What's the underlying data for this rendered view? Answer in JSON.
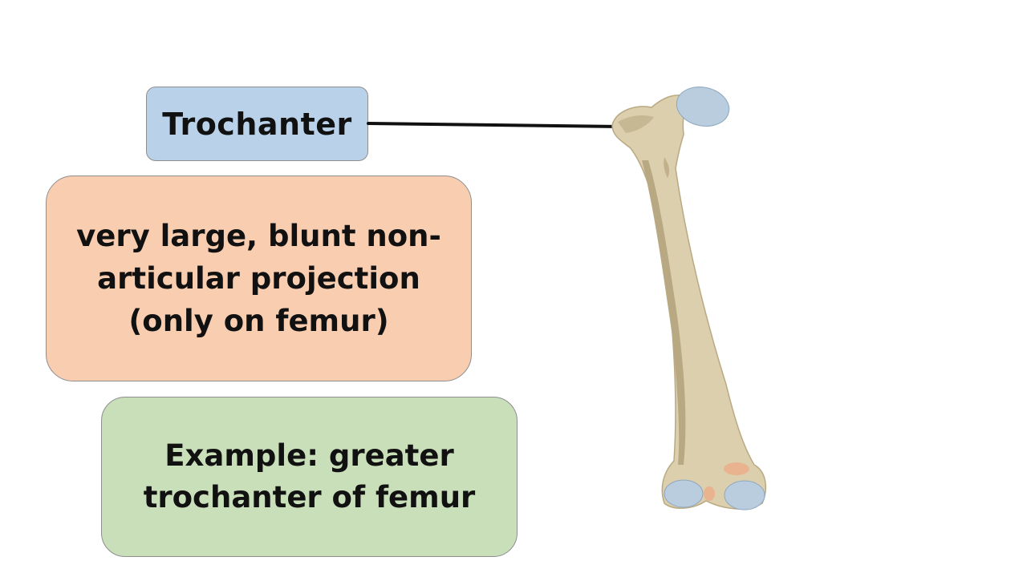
{
  "colors": {
    "term_box": "#b9d2ea",
    "definition_box": "#f9cdb0",
    "example_box": "#c9dfb9",
    "leader_line": "#111111",
    "bone": "#dccfae",
    "bone_shadow": "#b9a982",
    "cartilage": "#b9cddf",
    "tuberosity": "#e9b38f"
  },
  "term": {
    "label": "Trochanter"
  },
  "definition": {
    "lines": [
      "very large, blunt  non-",
      "articular projection",
      "(only on femur)"
    ]
  },
  "example": {
    "lines": [
      "Example: greater",
      "trochanter of femur"
    ]
  },
  "illustration": {
    "icon": "femur-bone-icon"
  }
}
